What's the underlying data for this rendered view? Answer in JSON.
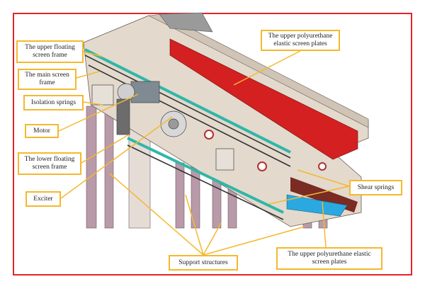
{
  "labels": {
    "upper_floating_frame": "The upper floating screen frame",
    "main_screen_frame": "The main screen frame",
    "isolation_springs": "Isolation springs",
    "motor": "Motor",
    "lower_floating_frame": "The lower floating screen frame",
    "exciter": "Exciter",
    "support_structures": "Support structures",
    "upper_poly_top": "The upper polyurethane elastic screen plates",
    "shear_springs": "Shear springs",
    "upper_poly_bottom": "The upper polyurethane elastic screen plates"
  },
  "colors": {
    "border": "#e8222a",
    "label_border": "#f5b82e",
    "arrow": "#f5b82e",
    "plate": "#d8d0c4",
    "red_screen": "#d42020",
    "teal": "#2fb7a8",
    "legs": "#b99aa8"
  }
}
